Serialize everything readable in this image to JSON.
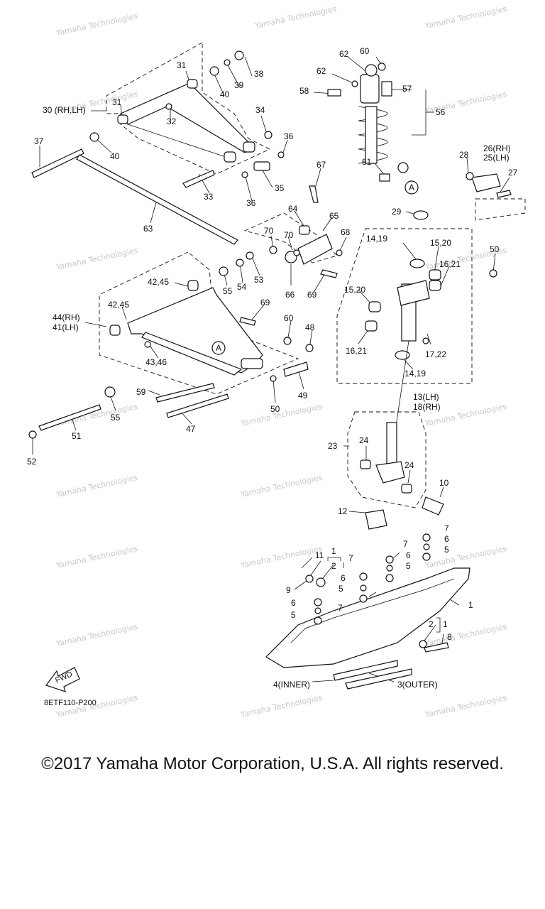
{
  "diagram": {
    "code": "8ETF110-P200",
    "fwd_label": "FWD",
    "ref_marker": "A",
    "watermark": "Yamaha Technologies",
    "callouts": [
      {
        "id": "c60a",
        "text": "60"
      },
      {
        "id": "c62a",
        "text": "62"
      },
      {
        "id": "c62b",
        "text": "62"
      },
      {
        "id": "c58",
        "text": "58"
      },
      {
        "id": "c57",
        "text": "57"
      },
      {
        "id": "c56",
        "text": "56"
      },
      {
        "id": "c61",
        "text": "61"
      },
      {
        "id": "c38",
        "text": "38"
      },
      {
        "id": "c39",
        "text": "39"
      },
      {
        "id": "c40a",
        "text": "40"
      },
      {
        "id": "c31a",
        "text": "31"
      },
      {
        "id": "c31b",
        "text": "31"
      },
      {
        "id": "c30",
        "text": "30 (RH,LH)"
      },
      {
        "id": "c32",
        "text": "32"
      },
      {
        "id": "c34",
        "text": "34"
      },
      {
        "id": "c36a",
        "text": "36"
      },
      {
        "id": "c37",
        "text": "37"
      },
      {
        "id": "c40b",
        "text": "40"
      },
      {
        "id": "c33",
        "text": "33"
      },
      {
        "id": "c35",
        "text": "35"
      },
      {
        "id": "c36b",
        "text": "36"
      },
      {
        "id": "c28",
        "text": "28"
      },
      {
        "id": "c26",
        "text": "26(RH)"
      },
      {
        "id": "c25",
        "text": "25(LH)"
      },
      {
        "id": "c27",
        "text": "27"
      },
      {
        "id": "c67",
        "text": "67"
      },
      {
        "id": "c63",
        "text": "63"
      },
      {
        "id": "c64",
        "text": "64"
      },
      {
        "id": "c65",
        "text": "65"
      },
      {
        "id": "c68",
        "text": "68"
      },
      {
        "id": "c29",
        "text": "29"
      },
      {
        "id": "c70a",
        "text": "70"
      },
      {
        "id": "c70b",
        "text": "70"
      },
      {
        "id": "c14a",
        "text": "14,19"
      },
      {
        "id": "c15a",
        "text": "15,20"
      },
      {
        "id": "c50a",
        "text": "50"
      },
      {
        "id": "c16a",
        "text": "16,21"
      },
      {
        "id": "c42a",
        "text": "42,45"
      },
      {
        "id": "c55a",
        "text": "55"
      },
      {
        "id": "c54",
        "text": "54"
      },
      {
        "id": "c53",
        "text": "53"
      },
      {
        "id": "c66",
        "text": "66"
      },
      {
        "id": "c69a",
        "text": "69"
      },
      {
        "id": "c15b",
        "text": "15,20"
      },
      {
        "id": "c42b",
        "text": "42,45"
      },
      {
        "id": "c69b",
        "text": "69"
      },
      {
        "id": "c44",
        "text": "44(RH)"
      },
      {
        "id": "c41",
        "text": "41(LH)"
      },
      {
        "id": "c60b",
        "text": "60"
      },
      {
        "id": "c48",
        "text": "48"
      },
      {
        "id": "c16b",
        "text": "16,21"
      },
      {
        "id": "c17",
        "text": "17,22"
      },
      {
        "id": "c43",
        "text": "43,46"
      },
      {
        "id": "c14b",
        "text": "14,19"
      },
      {
        "id": "c59",
        "text": "59"
      },
      {
        "id": "c49",
        "text": "49"
      },
      {
        "id": "c13",
        "text": "13(LH)"
      },
      {
        "id": "c18",
        "text": "18(RH)"
      },
      {
        "id": "c50b",
        "text": "50"
      },
      {
        "id": "c55b",
        "text": "55"
      },
      {
        "id": "c47",
        "text": "47"
      },
      {
        "id": "c51",
        "text": "51"
      },
      {
        "id": "c52",
        "text": "52"
      },
      {
        "id": "c23",
        "text": "23"
      },
      {
        "id": "c24a",
        "text": "24"
      },
      {
        "id": "c24b",
        "text": "24"
      },
      {
        "id": "c10",
        "text": "10"
      },
      {
        "id": "c12",
        "text": "12"
      },
      {
        "id": "c7a",
        "text": "7"
      },
      {
        "id": "c6a",
        "text": "6"
      },
      {
        "id": "c5a",
        "text": "5"
      },
      {
        "id": "c7b",
        "text": "7"
      },
      {
        "id": "c6b",
        "text": "6"
      },
      {
        "id": "c5b",
        "text": "5"
      },
      {
        "id": "c11",
        "text": "11"
      },
      {
        "id": "c1a",
        "text": "1"
      },
      {
        "id": "c2a",
        "text": "2"
      },
      {
        "id": "c7c",
        "text": "7"
      },
      {
        "id": "c9",
        "text": "9"
      },
      {
        "id": "c6c",
        "text": "6"
      },
      {
        "id": "c5c",
        "text": "5"
      },
      {
        "id": "c6d",
        "text": "6"
      },
      {
        "id": "c7d",
        "text": "7"
      },
      {
        "id": "c5d",
        "text": "5"
      },
      {
        "id": "c1b",
        "text": "1"
      },
      {
        "id": "c2b",
        "text": "2"
      },
      {
        "id": "c1c",
        "text": "1"
      },
      {
        "id": "c8",
        "text": "8"
      },
      {
        "id": "c4",
        "text": "4(INNER)"
      },
      {
        "id": "c3",
        "text": "3(OUTER)"
      }
    ]
  },
  "footer": {
    "copyright": "©2017 Yamaha Motor Corporation, U.S.A. All rights reserved."
  }
}
